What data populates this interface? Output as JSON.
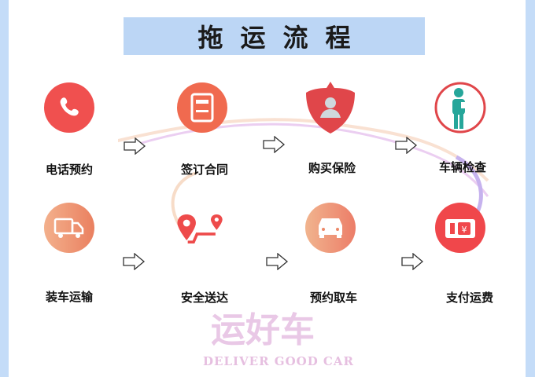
{
  "title": "拖运流程",
  "watermark": {
    "main": "运好车",
    "sub": "DELIVER GOOD CAR"
  },
  "steps": [
    {
      "label": "电话预约",
      "icon": "phone-icon"
    },
    {
      "label": "签订合同",
      "icon": "contract-icon"
    },
    {
      "label": "购买保险",
      "icon": "shield-user-icon"
    },
    {
      "label": "车辆检查",
      "icon": "inspector-icon"
    },
    {
      "label": "装车运输",
      "icon": "truck-icon"
    },
    {
      "label": "安全送达",
      "icon": "route-pin-icon"
    },
    {
      "label": "预约取车",
      "icon": "car-icon"
    },
    {
      "label": "支付运费",
      "icon": "ticket-yuan-icon"
    }
  ],
  "colors": {
    "accent": "#f0504f",
    "border": "#c4dcf8",
    "banner": "#bcd6f5"
  }
}
